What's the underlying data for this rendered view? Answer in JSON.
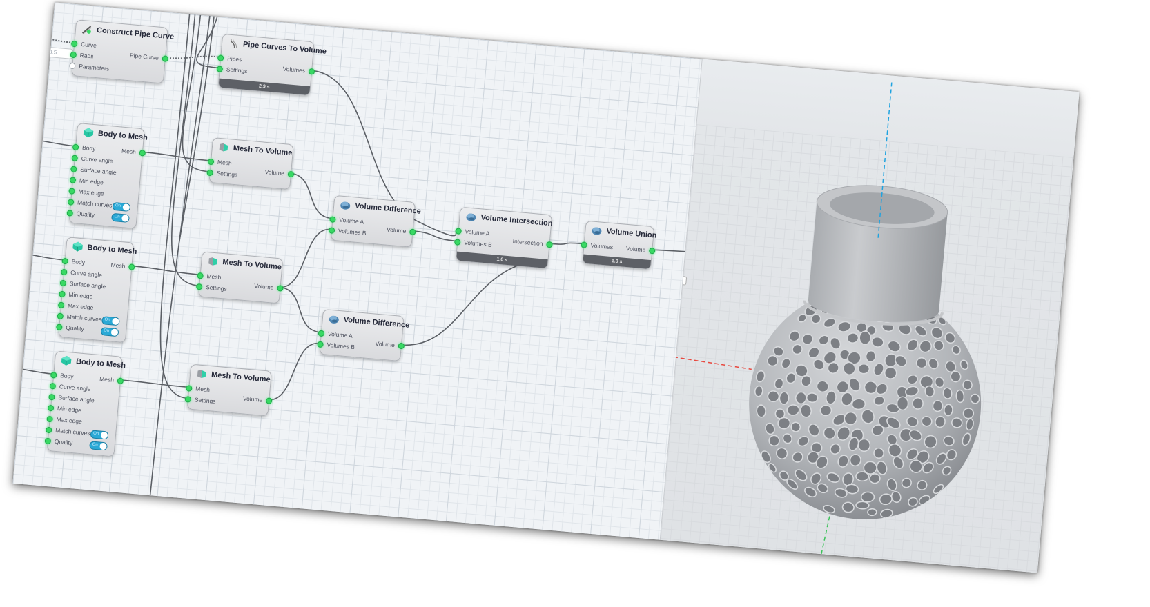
{
  "nodes": [
    {
      "id": "construct_pipe_curve",
      "title": "Construct Pipe Curve",
      "icon": "pipe-curve-icon",
      "inputs": [
        {
          "label": "Curve"
        },
        {
          "label": "Radii"
        },
        {
          "label": "Parameters",
          "hollow": true
        }
      ],
      "outputs": [
        "Pipe Curve"
      ]
    },
    {
      "id": "pipe_curves_to_volume",
      "title": "Pipe Curves To Volume",
      "icon": "pipe-volume-icon",
      "inputs": [
        {
          "label": "Pipes"
        },
        {
          "label": "Settings"
        }
      ],
      "outputs": [
        "Volumes"
      ],
      "time": "2.9 s"
    },
    {
      "id": "body_to_mesh_1",
      "title": "Body to Mesh",
      "icon": "body-mesh-icon",
      "inputs": [
        {
          "label": "Body"
        },
        {
          "label": "Curve angle"
        },
        {
          "label": "Surface angle"
        },
        {
          "label": "Min edge"
        },
        {
          "label": "Max edge"
        },
        {
          "label": "Match curves",
          "toggle": "On"
        },
        {
          "label": "Quality",
          "toggle": "On"
        }
      ],
      "outputs": [
        "Mesh"
      ]
    },
    {
      "id": "mesh_to_volume_1",
      "title": "Mesh To Volume",
      "icon": "mesh-volume-icon",
      "inputs": [
        {
          "label": "Mesh"
        },
        {
          "label": "Settings"
        }
      ],
      "outputs": [
        "Volume"
      ]
    },
    {
      "id": "body_to_mesh_2",
      "title": "Body to Mesh",
      "icon": "body-mesh-icon",
      "inputs": [
        {
          "label": "Body"
        },
        {
          "label": "Curve angle"
        },
        {
          "label": "Surface angle"
        },
        {
          "label": "Min edge"
        },
        {
          "label": "Max edge"
        },
        {
          "label": "Match curves",
          "toggle": "On"
        },
        {
          "label": "Quality",
          "toggle": "On"
        }
      ],
      "outputs": [
        "Mesh"
      ]
    },
    {
      "id": "mesh_to_volume_2",
      "title": "Mesh To Volume",
      "icon": "mesh-volume-icon",
      "inputs": [
        {
          "label": "Mesh"
        },
        {
          "label": "Settings"
        }
      ],
      "outputs": [
        "Volume"
      ]
    },
    {
      "id": "body_to_mesh_3",
      "title": "Body to Mesh",
      "icon": "body-mesh-icon",
      "inputs": [
        {
          "label": "Body"
        },
        {
          "label": "Curve angle"
        },
        {
          "label": "Surface angle"
        },
        {
          "label": "Min edge"
        },
        {
          "label": "Max edge"
        },
        {
          "label": "Match curves",
          "toggle": "On"
        },
        {
          "label": "Quality",
          "toggle": "On"
        }
      ],
      "outputs": [
        "Mesh"
      ]
    },
    {
      "id": "mesh_to_volume_3",
      "title": "Mesh To Volume",
      "icon": "mesh-volume-icon",
      "inputs": [
        {
          "label": "Mesh"
        },
        {
          "label": "Settings"
        }
      ],
      "outputs": [
        "Volume"
      ]
    },
    {
      "id": "volume_difference_1",
      "title": "Volume Difference",
      "icon": "volume-icon",
      "inputs": [
        {
          "label": "Volume A"
        },
        {
          "label": "Volumes B"
        }
      ],
      "outputs": [
        "Volume"
      ]
    },
    {
      "id": "volume_difference_2",
      "title": "Volume Difference",
      "icon": "volume-icon",
      "inputs": [
        {
          "label": "Volume A"
        },
        {
          "label": "Volumes B"
        }
      ],
      "outputs": [
        "Volume"
      ]
    },
    {
      "id": "volume_intersection",
      "title": "Volume Intersection",
      "icon": "volume-icon",
      "inputs": [
        {
          "label": "Volume A"
        },
        {
          "label": "Volumes B"
        }
      ],
      "outputs": [
        "Intersection"
      ],
      "time": "1.0 s"
    },
    {
      "id": "volume_union",
      "title": "Volume Union",
      "icon": "volume-icon",
      "inputs": [
        {
          "label": "Volumes"
        }
      ],
      "outputs": [
        "Volume"
      ],
      "time": "1.0 s"
    }
  ],
  "radii_value": "0.5",
  "colors": {
    "port": "#39d964",
    "toggle": "#2aa9d6",
    "axis_x": "#e8483f",
    "axis_y": "#3cc35a",
    "axis_z": "#1fa3e0",
    "model": "#b4b7bb"
  }
}
